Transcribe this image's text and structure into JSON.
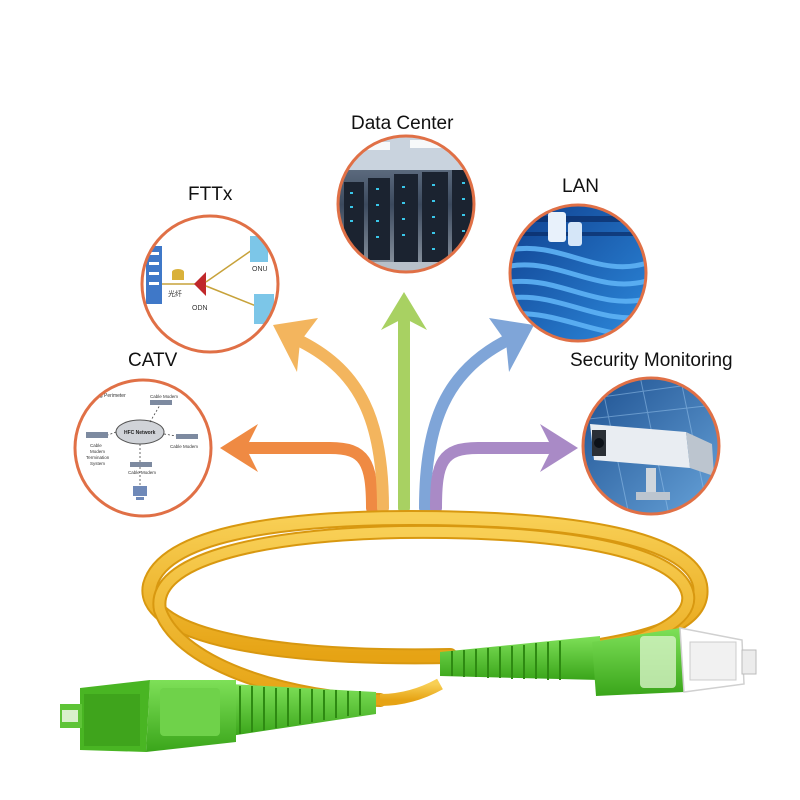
{
  "applications": {
    "data_center": "Data Center",
    "fttx": "FTTx",
    "lan": "LAN",
    "catv": "CATV",
    "security": "Security Monitoring"
  },
  "fttx_diagram": {
    "onu_label": "ONU",
    "odn_label": "ODN",
    "fiber_label": "光纤"
  },
  "catv_diagram": {
    "network_label": "HFC Network",
    "perimeter_label": "ing Perimeter",
    "modem_top": "Cable Modem",
    "modem_right": "Cable Modem",
    "modem_bottom": "Cable Modem",
    "cmts_label_1": "Cable",
    "cmts_label_2": "Modem",
    "cmts_label_3": "Termination",
    "cmts_label_4": "System"
  },
  "colors": {
    "circle_border": "#e07046",
    "arrow_catv": "#ef8a43",
    "arrow_fttx": "#f3b55e",
    "arrow_datacenter": "#a8d162",
    "arrow_lan": "#7fa5d8",
    "arrow_security": "#a98ac6",
    "cable": "#f2b422",
    "connector": "#52c22c"
  }
}
